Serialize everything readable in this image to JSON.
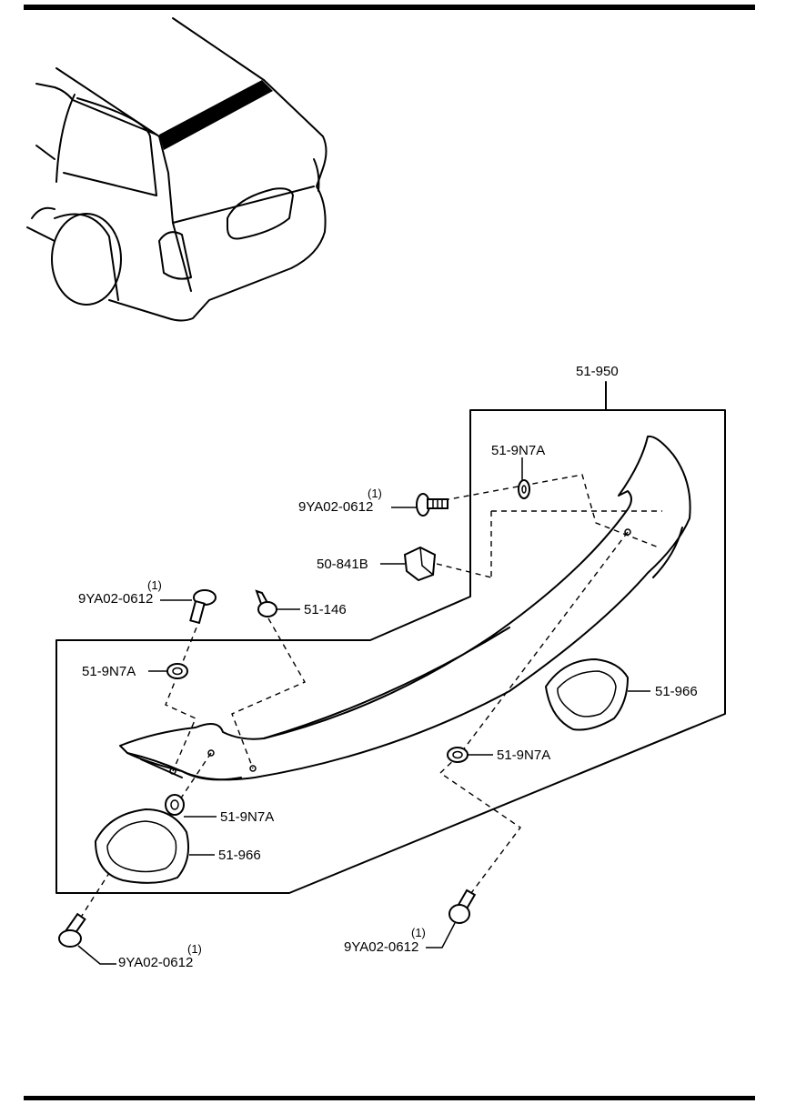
{
  "callouts": {
    "assembly": "51-950",
    "fastener_bolt": "9YA02-0612",
    "fastener_note": "(1)",
    "grommet": "51-9N7A",
    "nut_clip": "50-841B",
    "clip": "51-146",
    "gasket": "51-966"
  }
}
